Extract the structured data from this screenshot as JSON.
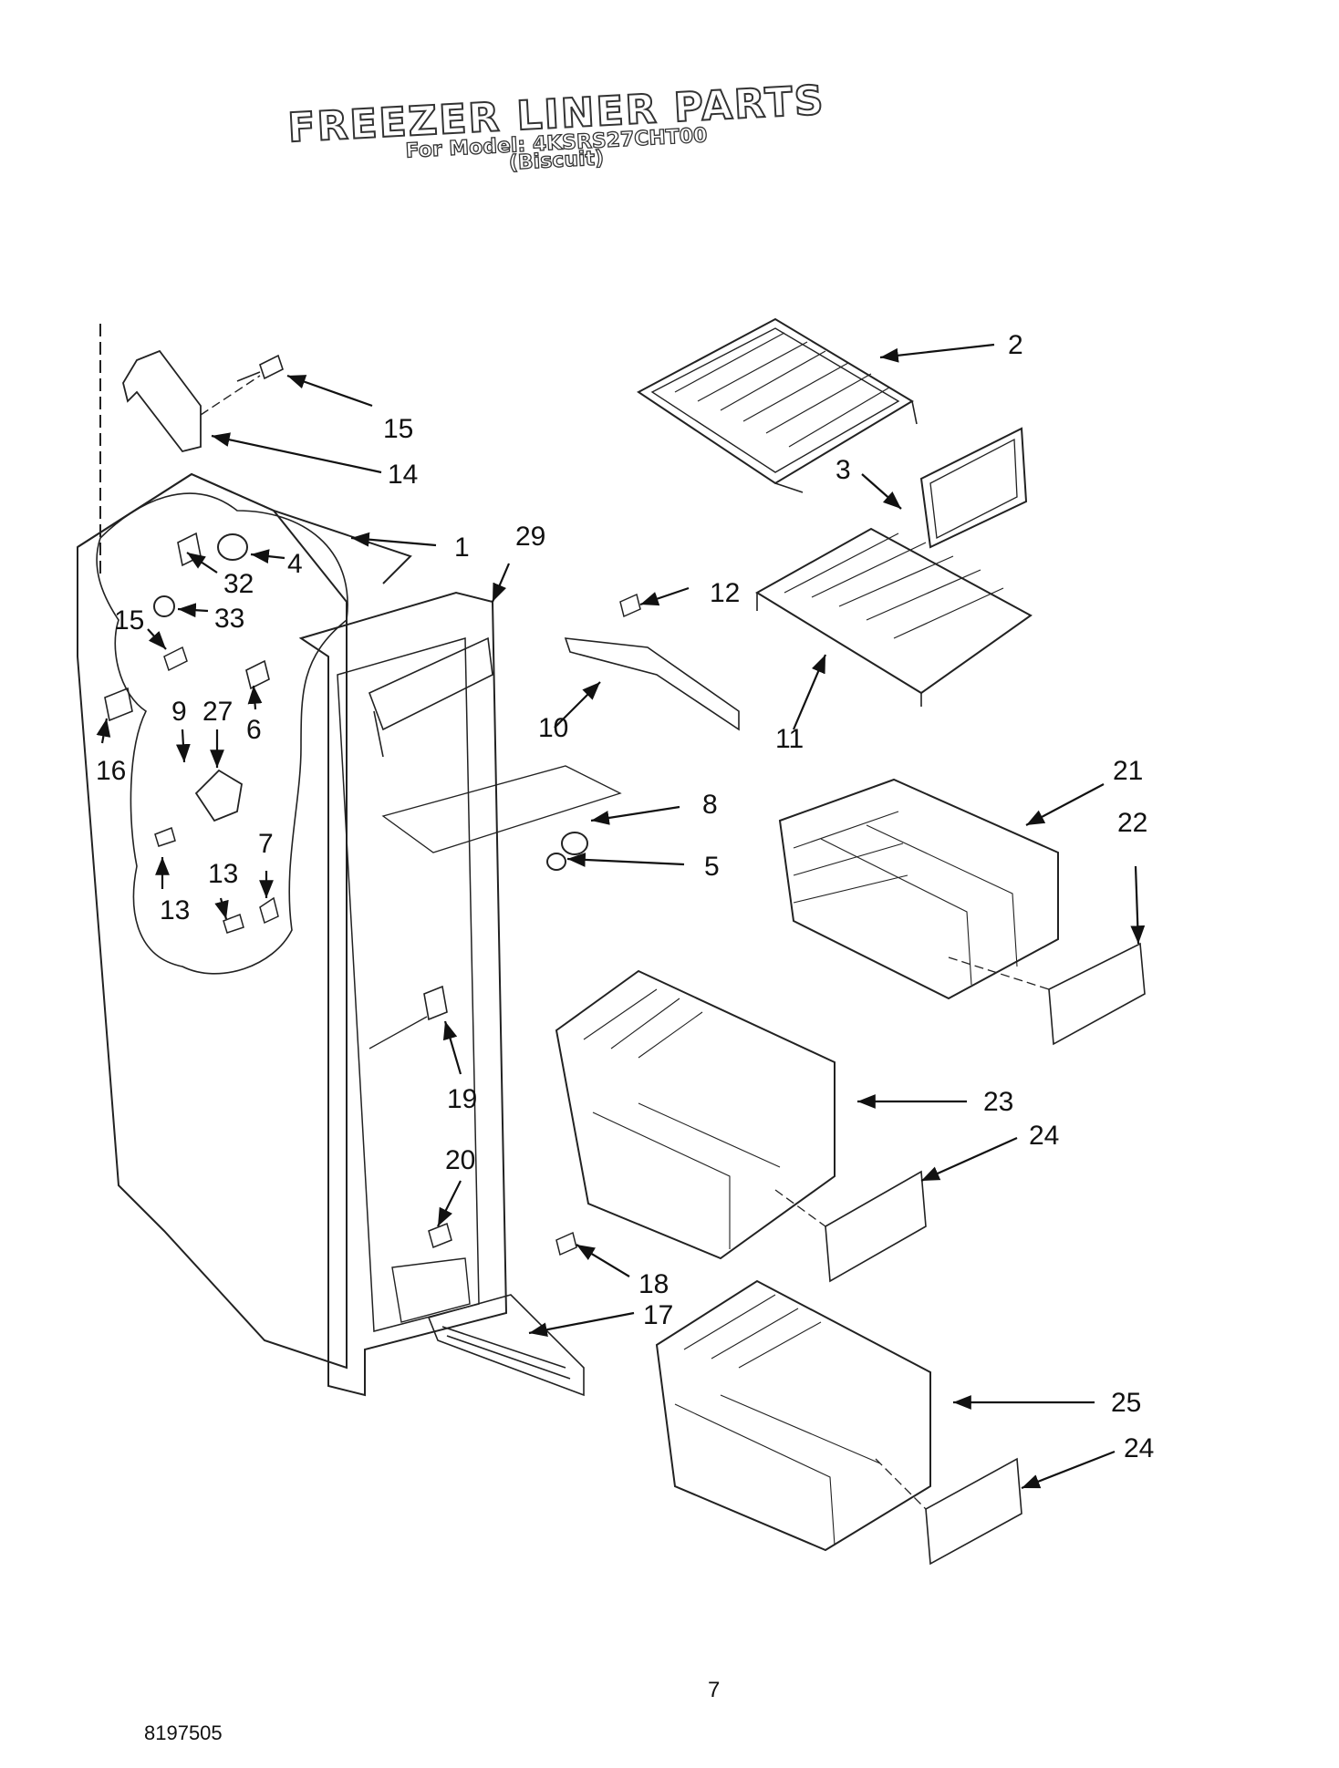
{
  "title": "FREEZER LINER PARTS",
  "model_line": "For Model: 4KSRS27CHT00",
  "color_line": "(Biscuit)",
  "page_number": "7",
  "doc_number": "8197505",
  "callouts": [
    {
      "id": "c2",
      "text": "2"
    },
    {
      "id": "c3",
      "text": "3"
    },
    {
      "id": "c15a",
      "text": "15"
    },
    {
      "id": "c14",
      "text": "14"
    },
    {
      "id": "c1",
      "text": "1"
    },
    {
      "id": "c29",
      "text": "29"
    },
    {
      "id": "c4",
      "text": "4"
    },
    {
      "id": "c32",
      "text": "32"
    },
    {
      "id": "c33",
      "text": "33"
    },
    {
      "id": "c15b",
      "text": "15"
    },
    {
      "id": "c12",
      "text": "12"
    },
    {
      "id": "c6",
      "text": "6"
    },
    {
      "id": "c16",
      "text": "16"
    },
    {
      "id": "c9",
      "text": "9"
    },
    {
      "id": "c27",
      "text": "27"
    },
    {
      "id": "c10",
      "text": "10"
    },
    {
      "id": "c11",
      "text": "11"
    },
    {
      "id": "c21",
      "text": "21"
    },
    {
      "id": "c8",
      "text": "8"
    },
    {
      "id": "c22",
      "text": "22"
    },
    {
      "id": "c5",
      "text": "5"
    },
    {
      "id": "c7",
      "text": "7"
    },
    {
      "id": "c13a",
      "text": "13"
    },
    {
      "id": "c13b",
      "text": "13"
    },
    {
      "id": "c19",
      "text": "19"
    },
    {
      "id": "c23",
      "text": "23"
    },
    {
      "id": "c24a",
      "text": "24"
    },
    {
      "id": "c20",
      "text": "20"
    },
    {
      "id": "c18",
      "text": "18"
    },
    {
      "id": "c17",
      "text": "17"
    },
    {
      "id": "c25",
      "text": "25"
    },
    {
      "id": "c24b",
      "text": "24"
    }
  ]
}
